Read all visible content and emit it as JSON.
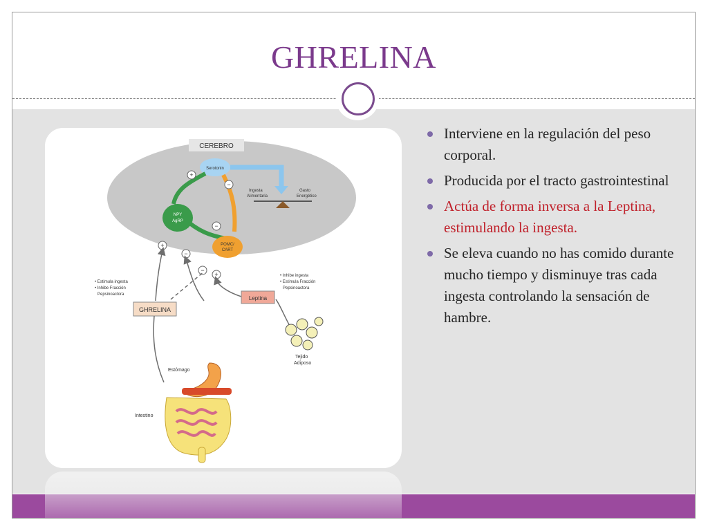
{
  "slide": {
    "title": "GHRELINA",
    "bullets": [
      {
        "text": "Interviene en la regulación del peso corporal.",
        "highlight": false
      },
      {
        "text": "Producida por el tracto gastrointestinal",
        "highlight": false
      },
      {
        "text": "Actúa de forma inversa a la Leptina, estimulando la ingesta.",
        "highlight": true
      },
      {
        "text": "Se eleva cuando no has comido durante mucho tiempo y disminuye tras cada ingesta controlando la sensación de hambre.",
        "highlight": false
      }
    ],
    "colors": {
      "title": "#7b3a8c",
      "accent_band": "#9b4a9e",
      "bullet_dot": "#7e6aa8",
      "highlight_text": "#c0202a"
    }
  },
  "diagram": {
    "brain_label": "CEREBRO",
    "top_node": "Serotonin",
    "npy_label_1": "NPY",
    "npy_label_2": "AgRP",
    "pomc_label_1": "POMC/",
    "pomc_label_2": "CART",
    "intake_label_1": "Ingesta",
    "intake_label_2": "Alimentaria",
    "expense_label_1": "Gasto",
    "expense_label_2": "Energético",
    "ghrelina_box": "GHRELINA",
    "leptina_box": "Leptina",
    "ghrelina_effects": [
      "• Estimula ingesta",
      "• Inhibe Fracción",
      "Pepsinoactora"
    ],
    "leptina_effects": [
      "• Inhibe ingesta",
      "• Estimula Fracción",
      "Pepsinoactora"
    ],
    "stomach_label": "Estómago",
    "intestine_label": "Intestino",
    "adipose_label_1": "Tejido",
    "adipose_label_2": "Adiposo",
    "sign_plus": "+",
    "sign_minus": "−"
  }
}
